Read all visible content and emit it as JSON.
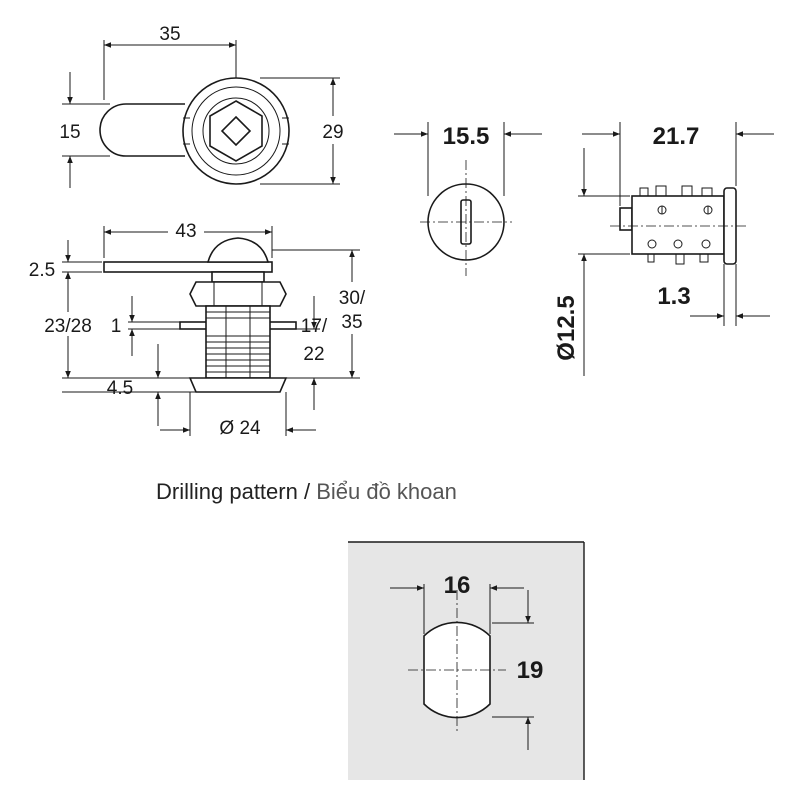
{
  "caption": {
    "english": "Drilling pattern",
    "separator": " / ",
    "vietnamese": "Biểu đồ khoan"
  },
  "top_view": {
    "width_label": "35",
    "cam_height_label": "15",
    "body_height_label": "29"
  },
  "side_view": {
    "cam_length_label": "43",
    "cam_thickness_label": "2.5",
    "overall_length_label": "30/",
    "overall_length_label_2": "35",
    "thread_length_label": "23/28",
    "washer_label": "1",
    "panel_label": "17/",
    "panel_label_2": "22",
    "flange_label": "4.5",
    "flange_diameter_label": "Ø 24"
  },
  "front_view": {
    "diameter_label": "15.5"
  },
  "cylinder_view": {
    "length_label": "21.7",
    "diameter_label": "Ø12.5",
    "offset_label": "1.3"
  },
  "drilling": {
    "width_label": "16",
    "height_label": "19",
    "panel_color": "#e6e6e6"
  }
}
